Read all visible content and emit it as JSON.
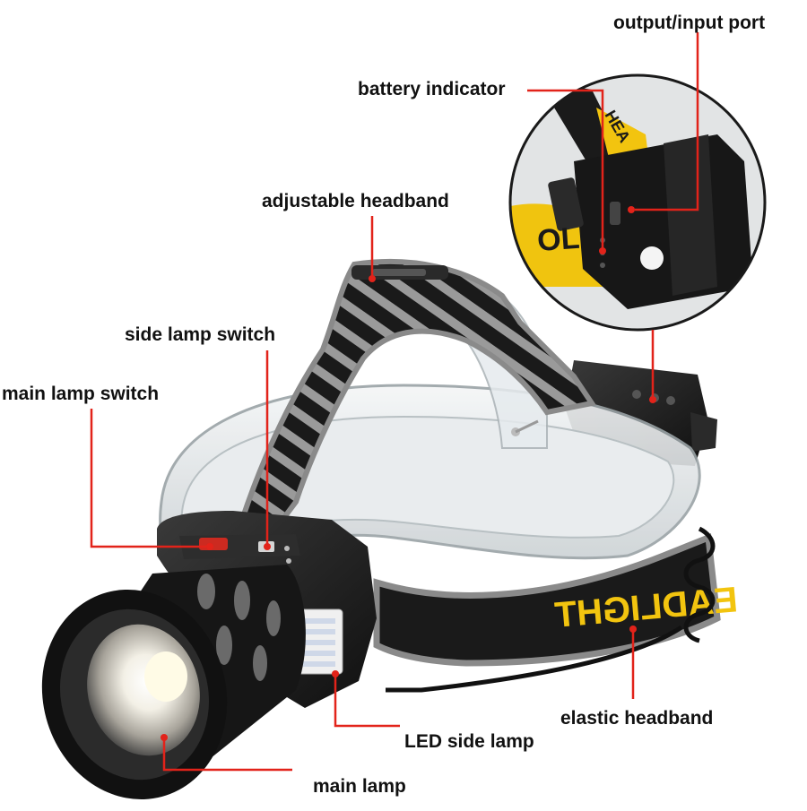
{
  "labels": {
    "output_port": "output/input port",
    "battery_indicator": "battery indicator",
    "adjustable_headband": "adjustable headband",
    "side_lamp_switch": "side lamp switch",
    "main_lamp_switch": "main lamp switch",
    "elastic_headband": "elastic headband",
    "led_side_lamp": "LED side lamp",
    "main_lamp": "main lamp"
  },
  "headband_print": "EADLIGHT",
  "inset_headband_print": "HEA",
  "inset_side_print": "OL",
  "colors": {
    "leader_line": "#e2231a",
    "label_text": "#111111",
    "strap_print": "#f2c40f",
    "body": "#1c1c1c",
    "strap_gray": "#8a8a8a"
  }
}
